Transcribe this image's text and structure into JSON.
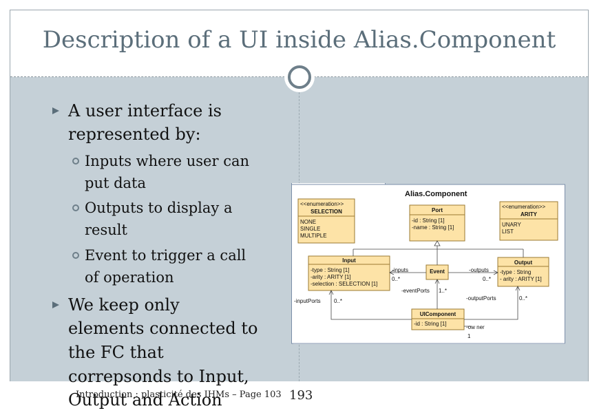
{
  "slide": {
    "title": "Description of a UI inside Alias.Component",
    "bullets": [
      {
        "lines": [
          "A user interface is",
          "represented by:"
        ],
        "sub": [
          {
            "lines": [
              "Inputs where user can",
              "put data"
            ]
          },
          {
            "lines": [
              "Outputs to display a",
              "result"
            ]
          },
          {
            "lines": [
              "Event to trigger a call",
              "of operation"
            ]
          }
        ]
      },
      {
        "lines": [
          "We keep only",
          "elements connected to",
          "the FC that",
          "correpsonds to Input,",
          "Output and Action"
        ]
      }
    ],
    "footer": "Introduction : plasticité des IHMs – Page 103",
    "page_number": "193"
  },
  "diagram": {
    "package": "Alias.Component",
    "selection": {
      "stereotype": "<<enumeration>>",
      "name": "SELECTION",
      "literals": [
        "NONE",
        "SINGLE",
        "MULTIPLE"
      ]
    },
    "port": {
      "name": "Port",
      "attrs": [
        "-id : String [1]",
        "-name : String [1]"
      ]
    },
    "arity": {
      "stereotype": "<<enumeration>>",
      "name": "ARITY",
      "literals": [
        "UNARY",
        "LIST"
      ]
    },
    "input": {
      "name": "Input",
      "attrs": [
        "-type : String [1]",
        "-arity : ARITY [1]",
        "-selection : SELECTION [1]"
      ]
    },
    "event": {
      "name": "Event"
    },
    "output": {
      "name": "Output",
      "attrs": [
        "-type : String",
        "- arity : ARITY [1]"
      ]
    },
    "uicomponent": {
      "name": "UIComponent",
      "attrs": [
        "-id : String [1]"
      ]
    },
    "labels": {
      "inputs": "-inputs",
      "inputs_mult": "0..*",
      "outputs": "-outputs",
      "outputs_mult": "0..*",
      "eventports": "-eventPorts",
      "eventports_mult": "1..*",
      "inputports": "-inputPorts",
      "inputports_mult": "0..*",
      "outputports": "-outputPorts",
      "outputports_mult": "0..*",
      "owner": "-ow ner",
      "owner_mult": "1"
    }
  }
}
